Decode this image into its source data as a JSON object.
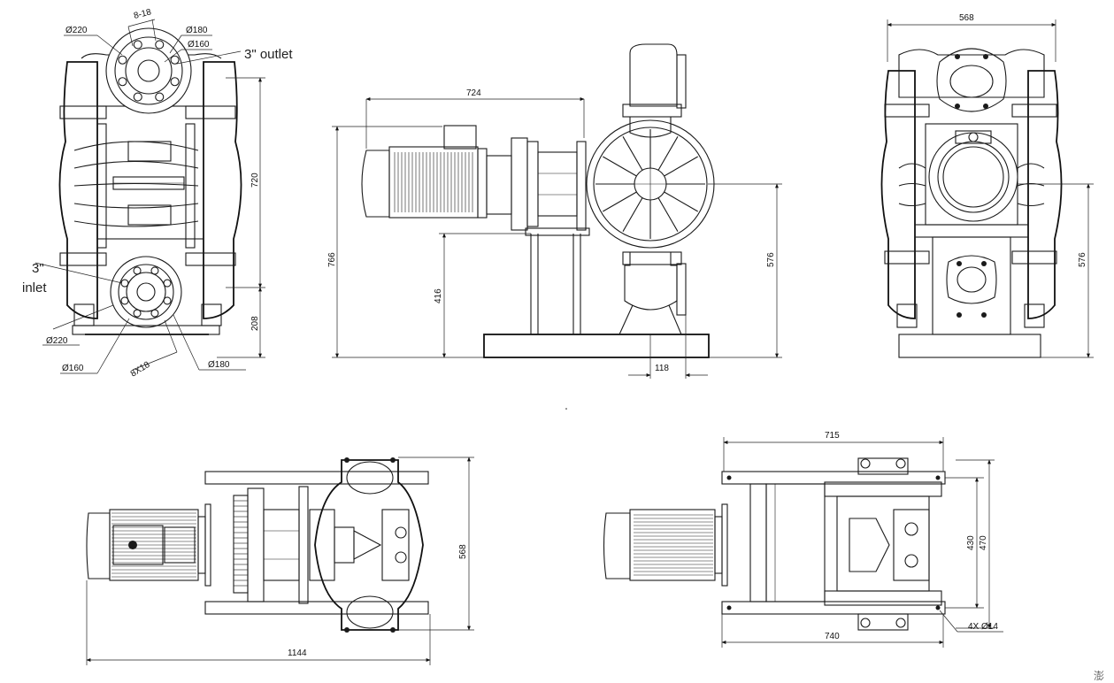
{
  "labels": {
    "outlet": "3\" outlet",
    "inlet_size": "3\"",
    "inlet_word": "inlet"
  },
  "dims": {
    "front_d220_top": "Ø220",
    "front_bolts_top": "8-18",
    "front_d180_top": "Ø180",
    "front_d160_top": "Ø160",
    "front_height": "720",
    "front_inlet_height": "208",
    "front_d220_bottom": "Ø220",
    "front_d160_bottom": "Ø160",
    "front_bolts_bottom": "8X18",
    "front_d180_bottom": "Ø180",
    "side_length": "724",
    "side_height": "766",
    "side_motor_height": "416",
    "side_outlet_height": "576",
    "side_inlet_width": "118",
    "rear_width": "568",
    "rear_height": "576",
    "top_depth": "568",
    "top_length": "1144",
    "base_width": "715",
    "base_inner_depth": "430",
    "base_outer_depth": "470",
    "base_length": "740",
    "base_holes": "4X Ø14"
  },
  "watermark": "澎"
}
